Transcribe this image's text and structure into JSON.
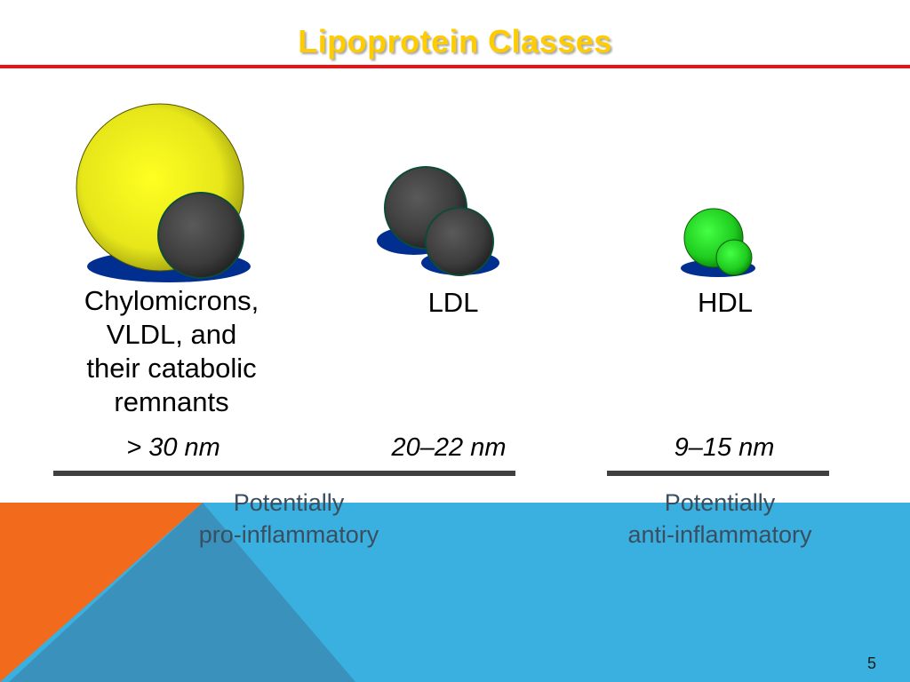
{
  "slide": {
    "title": "Lipoprotein Classes",
    "page_number": "5"
  },
  "columns": [
    {
      "name_lines": [
        "Chylomicrons,",
        "VLDL, and",
        "their catabolic",
        "remnants"
      ],
      "size": "> 30 nm",
      "particle_colors": {
        "large": "#f2f21a",
        "small": "#3a3a3a"
      }
    },
    {
      "name_lines": [
        "LDL"
      ],
      "size": "20–22 nm",
      "particle_colors": {
        "large": "#444444",
        "small": "#4a4a4a"
      }
    },
    {
      "name_lines": [
        "HDL"
      ],
      "size": "9–15 nm",
      "particle_colors": {
        "large": "#22cc22",
        "small": "#22cc22"
      }
    }
  ],
  "groups": [
    {
      "lines": [
        "Potentially",
        "pro-inflammatory"
      ]
    },
    {
      "lines": [
        "Potentially",
        "anti-inflammatory"
      ]
    }
  ],
  "colors": {
    "title": "#ffcc00",
    "title_rule": "#ee1111",
    "shadow_ellipse": "#002f8f",
    "band_blue": "#3ab0e0",
    "band_orange": "#f26b1d",
    "band_dark_blue": "#3a8fb8",
    "effect_text": "#3a4e60"
  }
}
